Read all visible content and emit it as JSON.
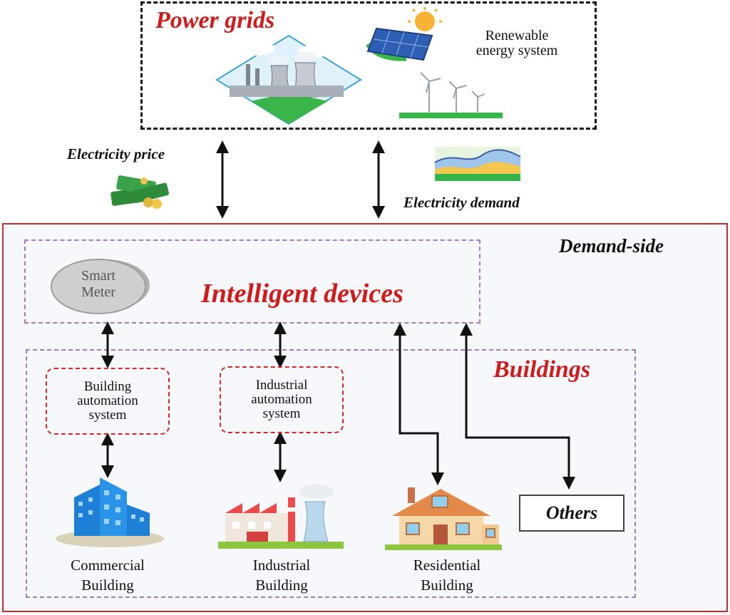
{
  "power_grids": {
    "title": "Power grids",
    "renewable_label_line1": "Renewable",
    "renewable_label_line2": "energy system"
  },
  "flows": {
    "electricity_price": "Electricity price",
    "electricity_demand": "Electricity demand"
  },
  "demand_side": {
    "title": "Demand-side",
    "intelligent_devices": "Intelligent devices",
    "smart_meter_line1": "Smart",
    "smart_meter_line2": "Meter",
    "buildings_title": "Buildings",
    "bas_line1": "Building",
    "bas_line2": "automation",
    "bas_line3": "system",
    "ias_line1": "Industrial",
    "ias_line2": "automation",
    "ias_line3": "system",
    "others": "Others",
    "commercial_line1": "Commercial",
    "commercial_line2": "Building",
    "industrial_line1": "Industrial",
    "industrial_line2": "Building",
    "residential_line1": "Residential",
    "residential_line2": "Building"
  },
  "colors": {
    "accent_red": "#d11a1a",
    "dashed_purple": "#a07cc4",
    "demand_border": "#d12a2a"
  }
}
